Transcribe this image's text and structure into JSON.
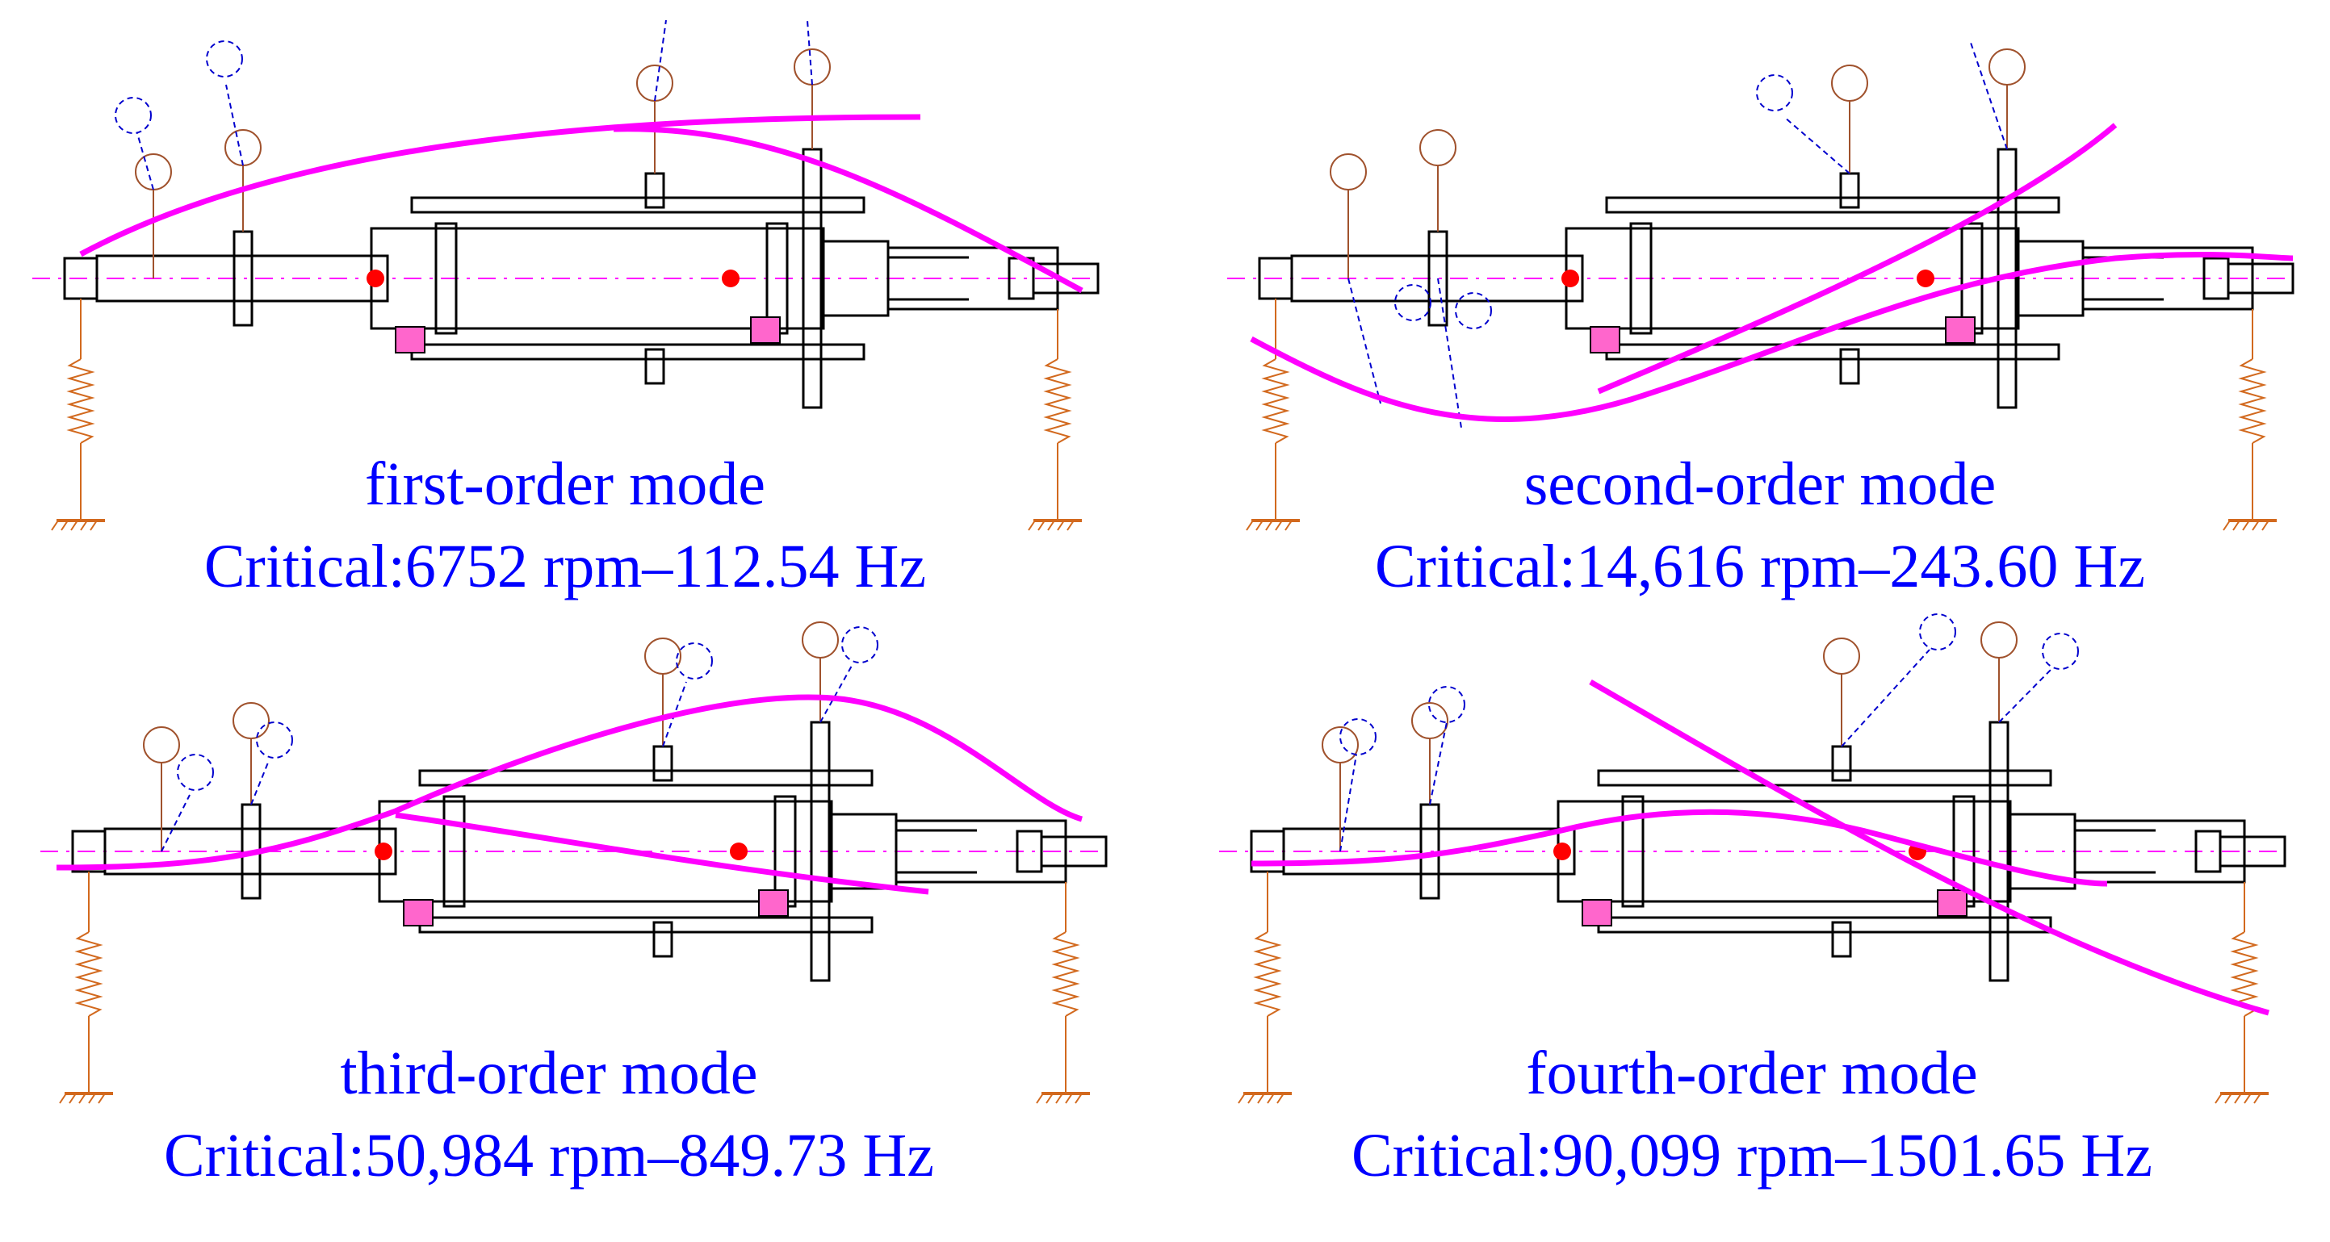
{
  "panels": [
    {
      "id": "mode-1",
      "title": "first-order mode",
      "critical": "Critical:6752 rpm–112.54 Hz"
    },
    {
      "id": "mode-2",
      "title": "second-order mode",
      "critical": "Critical:14,616 rpm–243.60 Hz"
    },
    {
      "id": "mode-3",
      "title": "third-order mode",
      "critical": "Critical:50,984 rpm–849.73 Hz"
    },
    {
      "id": "mode-4",
      "title": "fourth-order mode",
      "critical": "Critical:90,099 rpm–1501.65 Hz"
    }
  ],
  "colors": {
    "mode_shape": "#ff00ff",
    "shaft_outline": "#000000",
    "disc_marker": "#a0522d",
    "deflected_marker": "#0000cd",
    "bearing_node": "#ff0000",
    "bearing_block": "#ff66cc",
    "support_spring": "#d2691e",
    "label_text": "#0000ff"
  }
}
